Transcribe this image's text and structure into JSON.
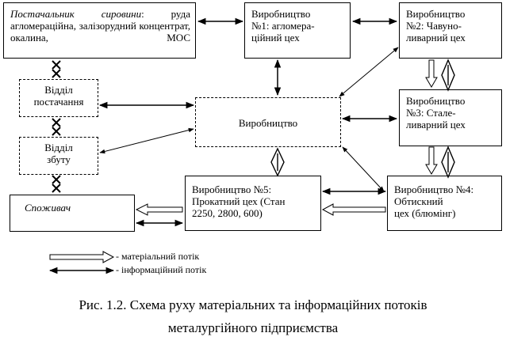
{
  "boxes": {
    "supplier": {
      "title": "Постачальник сировини",
      "rest": ": руда агломераційна, залізорудний концентрат, окалина, МОС"
    },
    "prod1": {
      "line1": "Виробництво",
      "line2": "№1: агломера-",
      "line3": "ційний цех"
    },
    "prod2": {
      "line1": "Виробництво",
      "line2": "№2: Чавуно-",
      "line3": "ливарний цех"
    },
    "prod3": {
      "line1": "Виробництво",
      "line2": "№3: Стале-",
      "line3": "ливарний цех"
    },
    "prod4": {
      "line1": "Виробництво №4:",
      "line2": "Обтискний",
      "line3": "цех (блюмінг)"
    },
    "prod5": {
      "line1": "Виробництво №5:",
      "line2": "Прокатний цех (Стан",
      "line3": "2250, 2800, 600)"
    },
    "production": {
      "label": "Виробництво"
    },
    "supply": {
      "line1": "Відділ",
      "line2": "постачання"
    },
    "sales": {
      "line1": "Відділ",
      "line2": "збуту"
    },
    "consumer": {
      "label": "Споживач"
    }
  },
  "legend": {
    "material": "- матеріальний потік",
    "info": "- інформаційний потік"
  },
  "caption": {
    "line1": "Рис. 1.2. Схема руху матеріальних та інформаційних потоків",
    "line2": "металургійного підприємства"
  }
}
